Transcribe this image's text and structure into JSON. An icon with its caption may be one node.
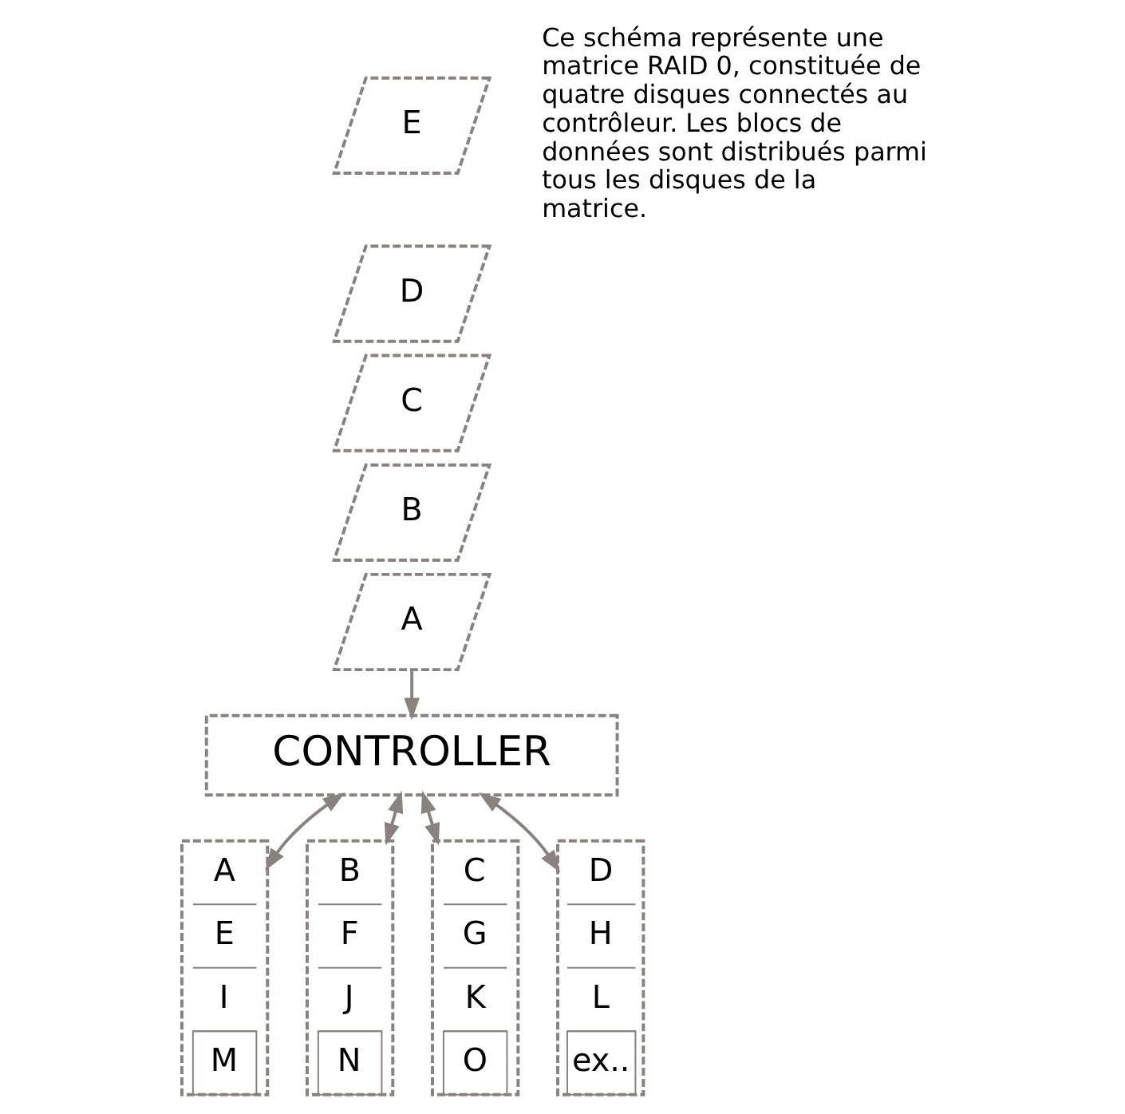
{
  "diagram": {
    "nodes": [
      {
        "text": [
          "E"
        ]
      },
      {
        "text": [
          "D"
        ]
      },
      {
        "text": [
          "C"
        ]
      },
      {
        "text": [
          "B"
        ]
      },
      {
        "text": [
          "A"
        ]
      },
      {
        "text": [
          "CONTROLLER"
        ]
      },
      {
        "text": [
          "A",
          "E",
          "I",
          "M"
        ]
      },
      {
        "text": [
          "B",
          "F",
          "J",
          "N"
        ]
      },
      {
        "text": [
          "C",
          "G",
          "K",
          "O"
        ]
      },
      {
        "text": [
          "D",
          "H",
          "L",
          "ex.."
        ]
      }
    ],
    "edges": [
      {
        "from": 4,
        "to": 5,
        "arrow": "to"
      },
      {
        "from": 5,
        "to": 6,
        "arrow": "both"
      },
      {
        "from": 5,
        "to": 7,
        "arrow": "both"
      },
      {
        "from": 5,
        "to": 8,
        "arrow": "both"
      },
      {
        "from": 5,
        "to": 9,
        "arrow": "both"
      }
    ],
    "labels": [
      "Ce schéma représente une matrice RAID 0, constituée de quatre disques connectés au contrôleur. Les blocs de données sont distribués parmi tous les disques de la matrice."
    ]
  }
}
